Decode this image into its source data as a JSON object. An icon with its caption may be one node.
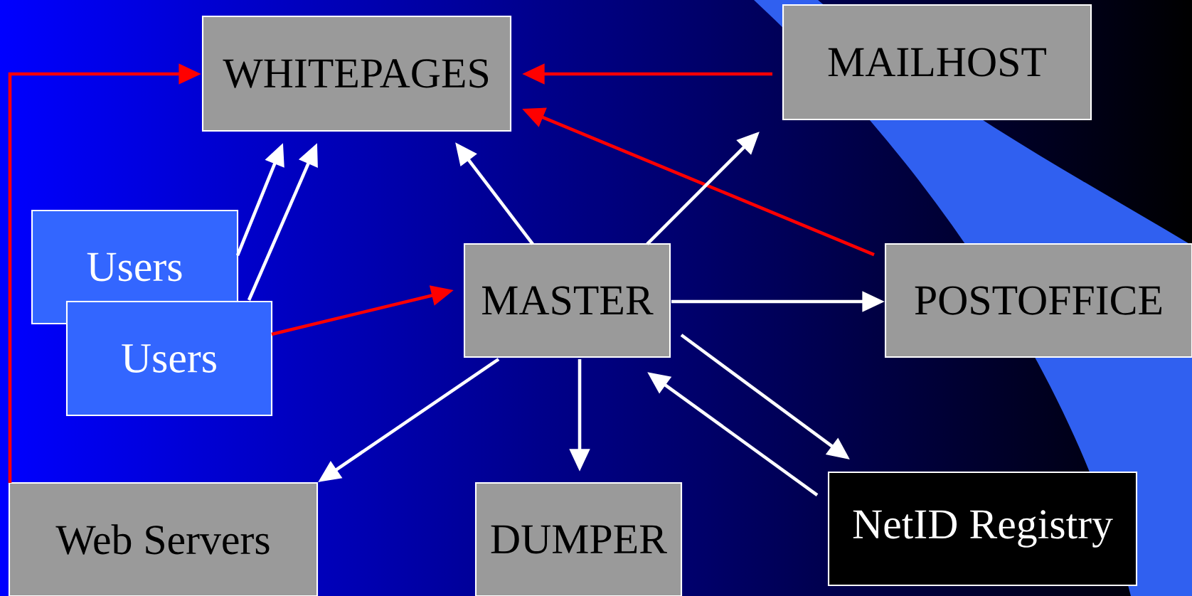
{
  "diagram": {
    "nodes": [
      {
        "text": [
          "WHITEPAGES"
        ]
      },
      {
        "text": [
          "MAILHOST"
        ]
      },
      {
        "text": [
          "Users"
        ]
      },
      {
        "text": [
          "Users"
        ]
      },
      {
        "text": [
          "MASTER"
        ]
      },
      {
        "text": [
          "POSTOFFICE"
        ]
      },
      {
        "text": [
          "Web Servers"
        ]
      },
      {
        "text": [
          "DUMPER"
        ]
      },
      {
        "text": [
          "NetID Registry"
        ]
      }
    ],
    "edges": [
      {
        "from": 2,
        "to": 0,
        "arrow": "to"
      },
      {
        "from": 3,
        "to": 0,
        "arrow": "to"
      },
      {
        "from": 3,
        "to": 4,
        "arrow": "to",
        "color": "#ff0000"
      },
      {
        "from": 1,
        "to": 0,
        "arrow": "to",
        "color": "#ff0000"
      },
      {
        "from": 5,
        "to": 0,
        "arrow": "to",
        "color": "#ff0000"
      },
      {
        "from": 6,
        "to": 0,
        "arrow": "to",
        "color": "#ff0000"
      },
      {
        "from": 4,
        "to": 0,
        "arrow": "to"
      },
      {
        "from": 4,
        "to": 1,
        "arrow": "to"
      },
      {
        "from": 4,
        "to": 5,
        "arrow": "to"
      },
      {
        "from": 4,
        "to": 6,
        "arrow": "to"
      },
      {
        "from": 4,
        "to": 7,
        "arrow": "to"
      },
      {
        "from": 4,
        "to": 8,
        "arrow": "to"
      },
      {
        "from": 8,
        "to": 4,
        "arrow": "to"
      }
    ]
  }
}
